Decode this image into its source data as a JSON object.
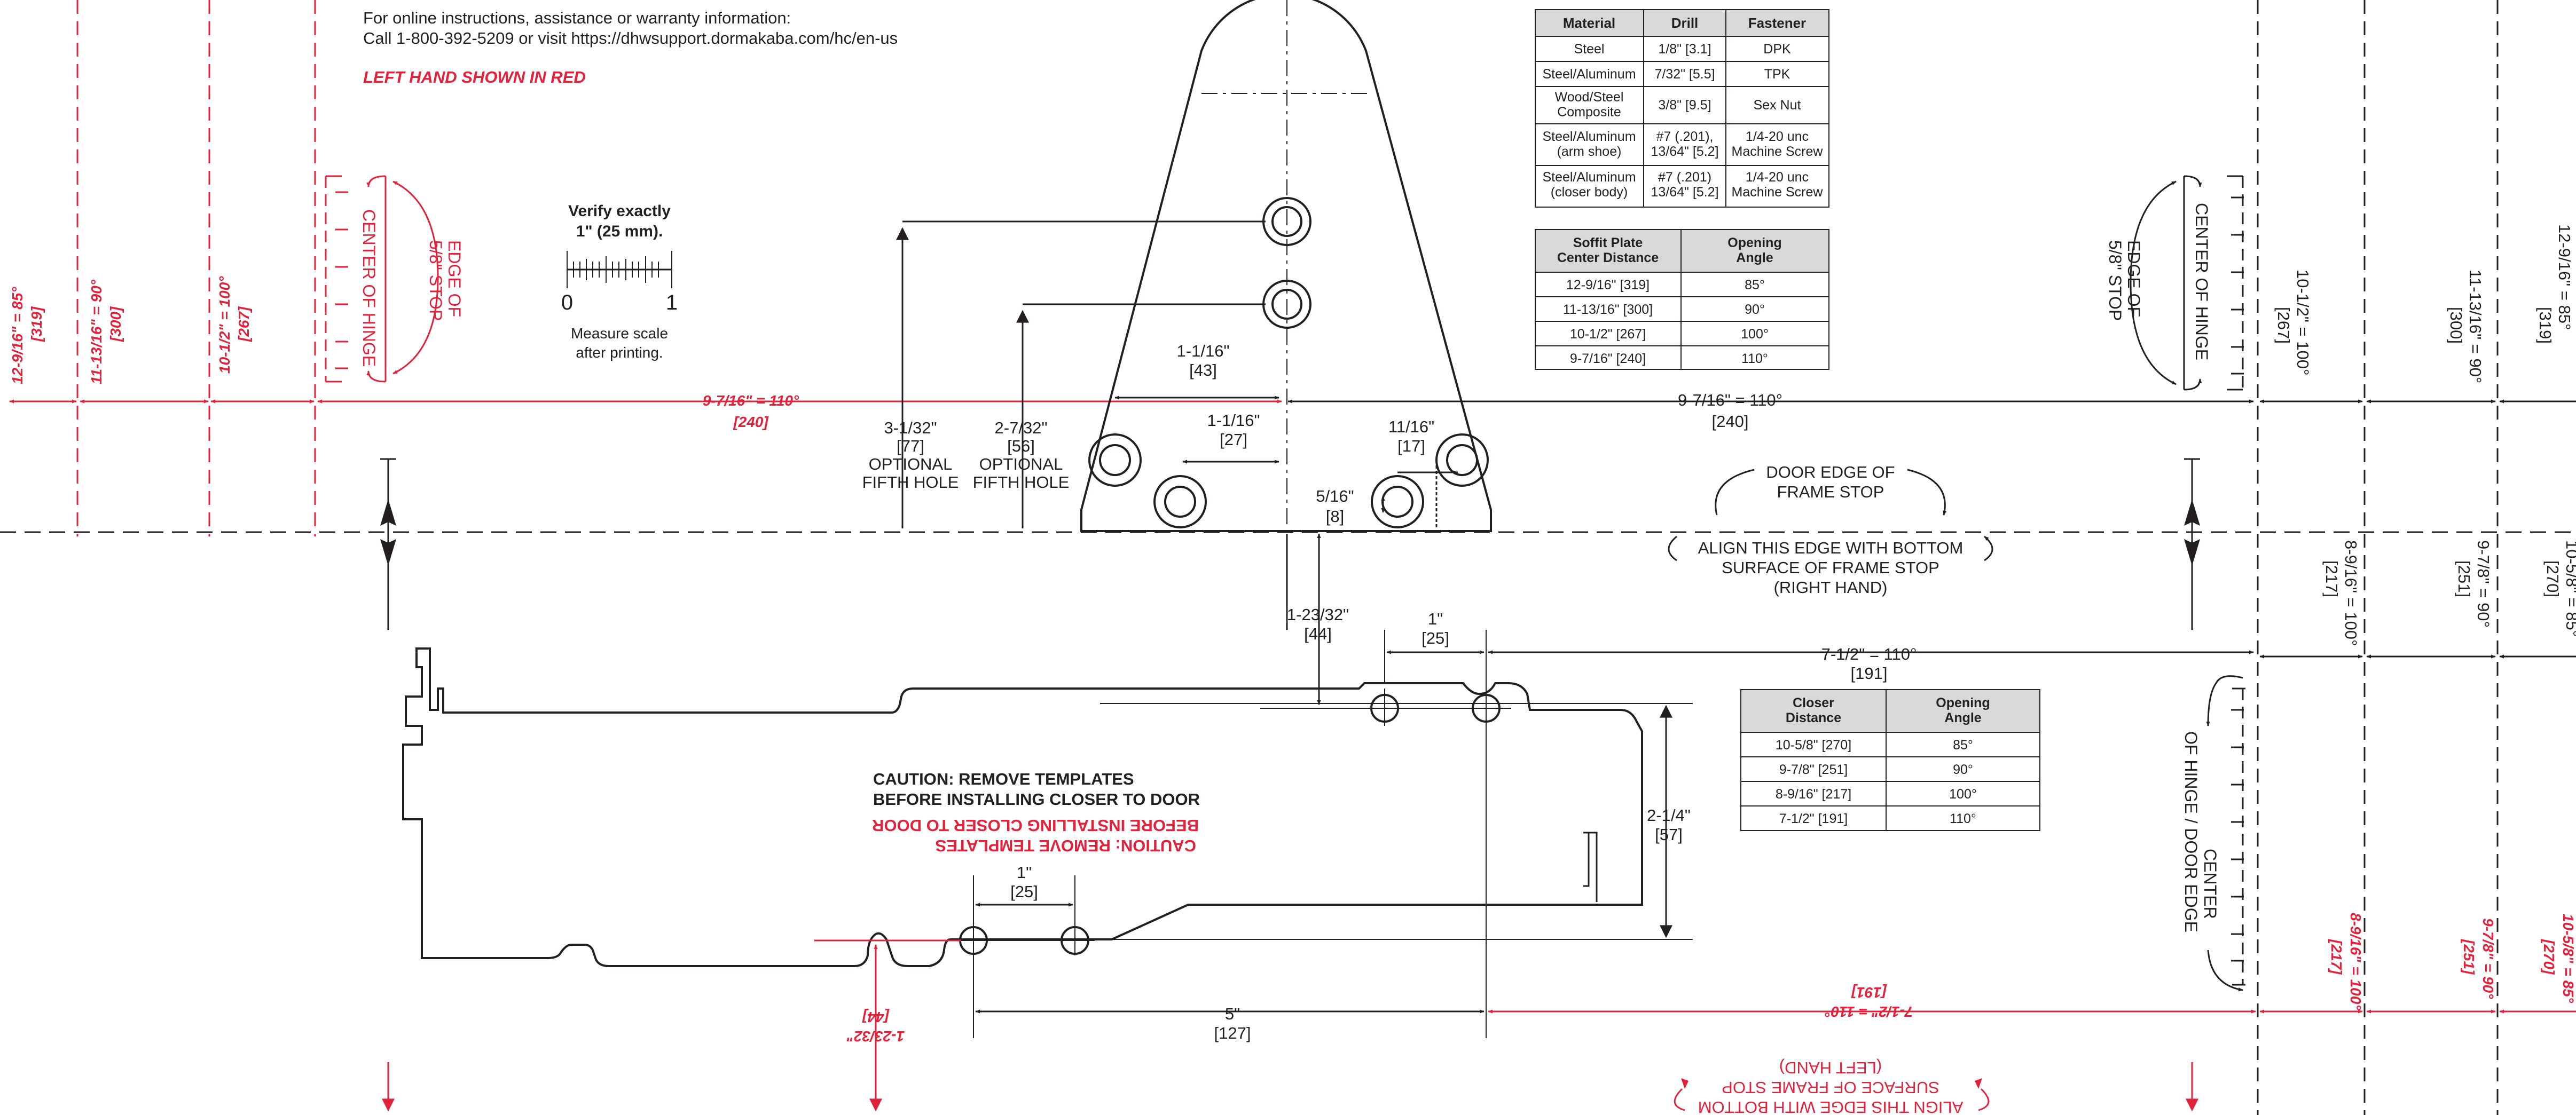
{
  "header": {
    "info_line1": "For online instructions, assistance or warranty information:",
    "info_line2": "Call 1-800-392-5209 or visit https://dhwsupport.dormakaba.com/hc/en-us",
    "left_hand_note": "LEFT HAND SHOWN IN RED"
  },
  "scale": {
    "title1": "Verify exactly",
    "title2": "1\" (25 mm).",
    "zero": "0",
    "one": "1",
    "note1": "Measure scale",
    "note2": "after printing."
  },
  "labels": {
    "center_of_hinge": "CENTER OF HINGE",
    "edge_of": "EDGE OF",
    "stop_58": "5/8\" STOP",
    "door_edge_1": "DOOR EDGE OF",
    "door_edge_2": "FRAME STOP",
    "align_1": "ALIGN THIS EDGE WITH BOTTOM",
    "align_2": "SURFACE OF FRAME STOP",
    "align_right": "(RIGHT HAND)",
    "align_left": "(LEFT HAND)",
    "caution_1": "CAUTION: REMOVE TEMPLATES",
    "caution_2": "BEFORE INSTALLING CLOSER TO DOOR",
    "center_right_1": "CENTER",
    "center_right_2": "OF HINGE / DOOR EDGE"
  },
  "dims_black": {
    "d_3132": "3-1/32\"",
    "d_77": "[77]",
    "optional": "OPTIONAL",
    "fifth_hole": "FIFTH HOLE",
    "d_2732": "2-7/32\"",
    "d_56": "[56]",
    "d_11116": "1-1/16\"",
    "d_43": "[43]",
    "d_1116": "1-1/16\"",
    "d_27": "[27]",
    "d_1116b": "11/16\"",
    "d_17": "[17]",
    "d_516": "5/16\"",
    "d_8": "[8]",
    "d_9716_110": "9-7/16\" = 110°",
    "d_240": "[240]",
    "d_12332": "1-23/32\"",
    "d_44": "[44]",
    "d_1in": "1\"",
    "d_25": "[25]",
    "d_712_110": "7-1/2\" = 110°",
    "d_191": "[191]",
    "d_214": "2-1/4\"",
    "d_57": "[57]",
    "d_5in": "5\"",
    "d_127": "[127]",
    "r_10_12_100": "10-1/2\" = 100°",
    "r_267": "[267]",
    "r_11_1316_90": "11-13/16\" = 90°",
    "r_300": "[300]",
    "r_12_916_85": "12-9/16\" = 85°",
    "r_319": "[319]",
    "r_8_916_100": "8-9/16\" = 100°",
    "r_217": "[217]",
    "r_9_78_90": "9-7/8\" = 90°",
    "r_251": "[251]",
    "r_10_58_85": "10-5/8\" = 85°",
    "r_270": "[270]"
  },
  "dims_red": {
    "l_12_916_85": "12-9/16\" = 85°",
    "l_319": "[319]",
    "l_11_1316_90": "11-13/16\" = 90°",
    "l_300": "[300]",
    "l_10_12_100": "10-1/2\" = 100°",
    "l_267": "[267]",
    "l_9716_110": "9-7/16\" = 110°",
    "l_240": "[240]",
    "l_12332": "1-23/32\"",
    "l_44": "[44]",
    "l_712_110": "7-1/2\" = 110°",
    "l_191": "[191]",
    "l_8_916_100": "8-9/16\" = 100°",
    "l_217": "[217]",
    "l_9_78_90": "9-7/8\" = 90°",
    "l_251": "[251]",
    "l_10_58_85": "10-5/8\" = 85°",
    "l_270": "[270]"
  },
  "fastener_table": {
    "headers": [
      "Material",
      "Drill",
      "Fastener"
    ],
    "rows": [
      [
        "Steel",
        "1/8\" [3.1]",
        "DPK"
      ],
      [
        "Steel/Aluminum",
        "7/32\" [5.5]",
        "TPK"
      ],
      [
        "Wood/Steel|Composite",
        "3/8\" [9.5]",
        "Sex Nut"
      ],
      [
        "Steel/Aluminum|(arm shoe)",
        "#7 (.201),|13/64\" [5.2]",
        "1/4-20 unc|Machine Screw"
      ],
      [
        "Steel/Aluminum|(closer body)",
        "#7 (.201)|13/64\" [5.2]",
        "1/4-20 unc|Machine Screw"
      ]
    ]
  },
  "soffit_table": {
    "headers": [
      "Soffit Plate|Center Distance",
      "Opening|Angle"
    ],
    "rows": [
      [
        "12-9/16\" [319]",
        "85°"
      ],
      [
        "11-13/16\" [300]",
        "90°"
      ],
      [
        "10-1/2\" [267]",
        "100°"
      ],
      [
        "9-7/16\" [240]",
        "110°"
      ]
    ]
  },
  "closer_table": {
    "headers": [
      "Closer|Distance",
      "Opening|Angle"
    ],
    "rows": [
      [
        "10-5/8\" [270]",
        "85°"
      ],
      [
        "9-7/8\" [251]",
        "90°"
      ],
      [
        "8-9/16\" [217]",
        "100°"
      ],
      [
        "7-1/2\" [191]",
        "110°"
      ]
    ]
  },
  "colors": {
    "ink": "#231f20",
    "red": "#e2223b",
    "header_fill": "#d9d9d9"
  }
}
